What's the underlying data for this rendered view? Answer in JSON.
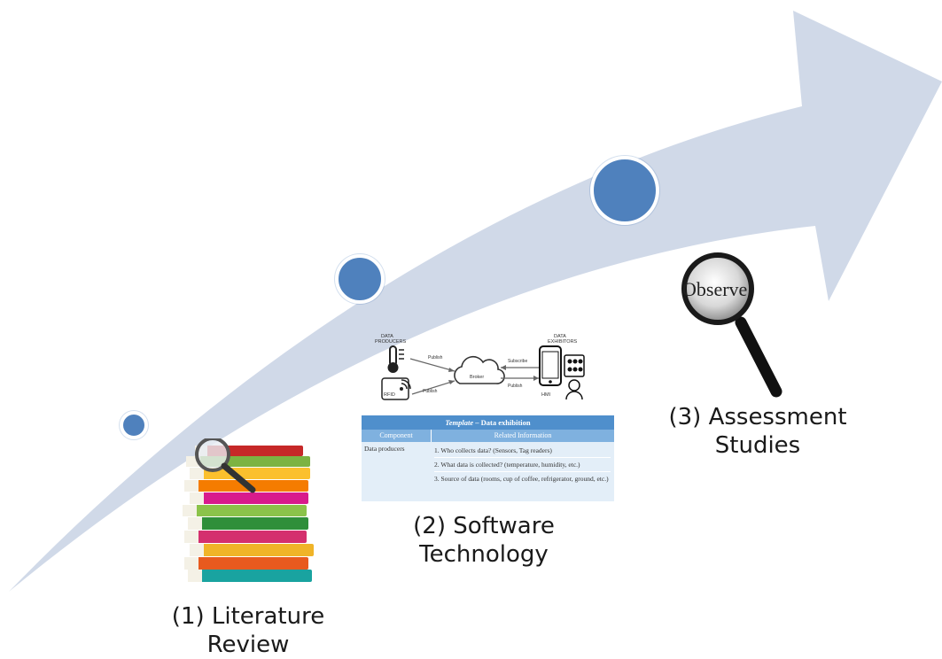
{
  "colors": {
    "arrow": "#d0d9e8",
    "node": "#4f81bd",
    "table_header": "#4f8fcc",
    "table_subheader": "#7fb1df",
    "table_body": "#e3eef8"
  },
  "steps": [
    {
      "line1": "(1) Literature",
      "line2": "Review",
      "icon": "stack-of-books-with-magnifier-icon"
    },
    {
      "line1": "(2) Software",
      "line2": "Technology",
      "icon": "architecture-diagram-and-template-table"
    },
    {
      "line1": "(3) Assessment",
      "line2": "Studies",
      "icon": "magnifying-glass-icon"
    }
  ],
  "architecture": {
    "producers_label_1": "DATA",
    "producers_label_2": "PRODUCERS",
    "exhibitors_label_1": "DATA",
    "exhibitors_label_2": "EXHIBITORS",
    "rfid": "RFID",
    "broker": "Broker",
    "publish_1": "Publish",
    "publish_2": "Publish",
    "subscribe": "Subscribe",
    "publish_3": "Publish",
    "hmi": "HMI"
  },
  "template_table": {
    "title_italic": "Template",
    "title_rest": " – Data exhibition",
    "col_component": "Component",
    "col_related": "Related Information",
    "row_component": "Data producers",
    "items": [
      "1.   Who collects data? (Sensors, Tag readers)",
      "2.   What data is collected? (temperature, humidity, etc.)",
      "3.   Source of data (rooms, cup of coffee, refrigerator, ground, etc.)"
    ]
  },
  "observe_text": "Observe"
}
